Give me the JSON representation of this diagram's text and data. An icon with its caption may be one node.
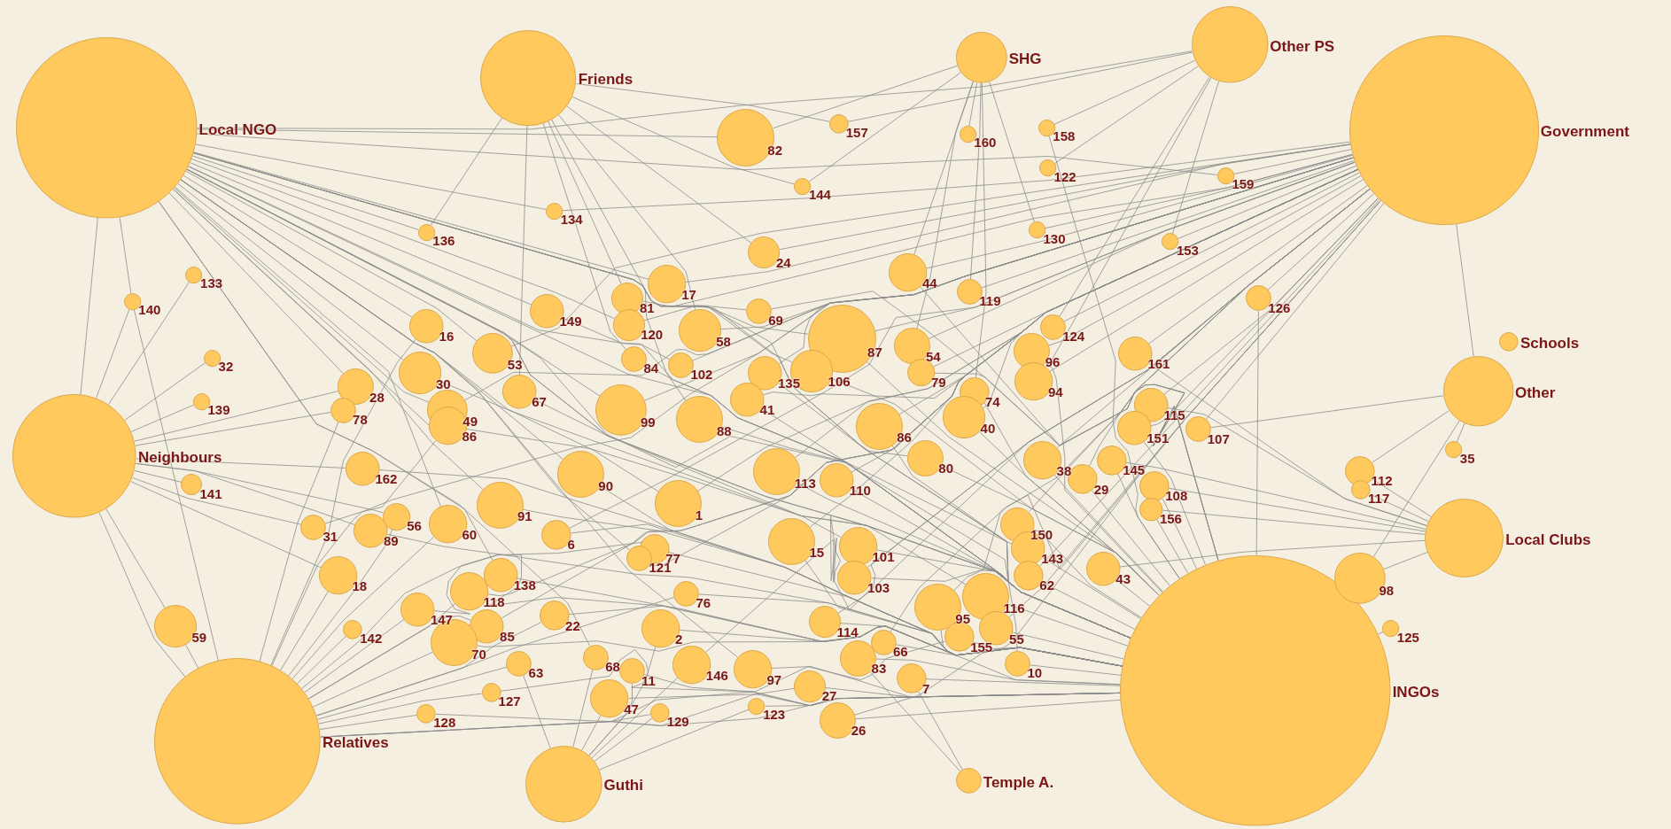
{
  "diagram": {
    "nodes": [
      {
        "text": [
          "Local NGO"
        ]
      },
      {
        "text": [
          "Friends"
        ]
      },
      {
        "text": [
          "SHG"
        ]
      },
      {
        "text": [
          "Other PS"
        ]
      },
      {
        "text": [
          "Government"
        ]
      },
      {
        "text": [
          "Neighbours"
        ]
      },
      {
        "text": [
          "Schools"
        ]
      },
      {
        "text": [
          "Other"
        ]
      },
      {
        "text": [
          "Local Clubs"
        ]
      },
      {
        "text": [
          "INGOs"
        ]
      },
      {
        "text": [
          "Relatives"
        ]
      },
      {
        "text": [
          "Guthi"
        ]
      },
      {
        "text": [
          "Temple A."
        ]
      },
      {
        "text": [
          "157"
        ]
      },
      {
        "text": [
          "82"
        ]
      },
      {
        "text": [
          "160"
        ]
      },
      {
        "text": [
          "158"
        ]
      },
      {
        "text": [
          "122"
        ]
      },
      {
        "text": [
          "144"
        ]
      },
      {
        "text": [
          "159"
        ]
      },
      {
        "text": [
          "134"
        ]
      },
      {
        "text": [
          "136"
        ]
      },
      {
        "text": [
          "130"
        ]
      },
      {
        "text": [
          "153"
        ]
      },
      {
        "text": [
          "133"
        ]
      },
      {
        "text": [
          "140"
        ]
      },
      {
        "text": [
          "126"
        ]
      },
      {
        "text": [
          "32"
        ]
      },
      {
        "text": [
          "139"
        ]
      },
      {
        "text": [
          "24"
        ]
      },
      {
        "text": [
          "17"
        ]
      },
      {
        "text": [
          "44"
        ]
      },
      {
        "text": [
          "119"
        ]
      },
      {
        "text": [
          "149"
        ]
      },
      {
        "text": [
          "81"
        ]
      },
      {
        "text": [
          "69"
        ]
      },
      {
        "text": [
          "58"
        ]
      },
      {
        "text": [
          "120"
        ]
      },
      {
        "text": [
          "16"
        ]
      },
      {
        "text": [
          "53"
        ]
      },
      {
        "text": [
          "124"
        ]
      },
      {
        "text": [
          "96"
        ]
      },
      {
        "text": [
          "87"
        ]
      },
      {
        "text": [
          "54"
        ]
      },
      {
        "text": [
          "30"
        ]
      },
      {
        "text": [
          "28"
        ]
      },
      {
        "text": [
          "78"
        ]
      },
      {
        "text": [
          "49"
        ]
      },
      {
        "text": [
          "67"
        ]
      },
      {
        "text": [
          "84"
        ]
      },
      {
        "text": [
          "102"
        ]
      },
      {
        "text": [
          "135"
        ]
      },
      {
        "text": [
          "106"
        ]
      },
      {
        "text": [
          "79"
        ]
      },
      {
        "text": [
          "74"
        ]
      },
      {
        "text": [
          "94"
        ]
      },
      {
        "text": [
          "161"
        ]
      },
      {
        "text": [
          "86"
        ]
      },
      {
        "text": [
          "99"
        ]
      },
      {
        "text": [
          "88"
        ]
      },
      {
        "text": [
          "41"
        ]
      },
      {
        "text": [
          "86"
        ]
      },
      {
        "text": [
          "40"
        ]
      },
      {
        "text": [
          "80"
        ]
      },
      {
        "text": [
          "107"
        ]
      },
      {
        "text": [
          "115"
        ]
      },
      {
        "text": [
          "151"
        ]
      },
      {
        "text": [
          "145"
        ]
      },
      {
        "text": [
          "29"
        ]
      },
      {
        "text": [
          "108"
        ]
      },
      {
        "text": [
          "156"
        ]
      },
      {
        "text": [
          "38"
        ]
      },
      {
        "text": [
          "112"
        ]
      },
      {
        "text": [
          "117"
        ]
      },
      {
        "text": [
          "35"
        ]
      },
      {
        "text": [
          "162"
        ]
      },
      {
        "text": [
          "141"
        ]
      },
      {
        "text": [
          "31"
        ]
      },
      {
        "text": [
          "89"
        ]
      },
      {
        "text": [
          "56"
        ]
      },
      {
        "text": [
          "60"
        ]
      },
      {
        "text": [
          "91"
        ]
      },
      {
        "text": [
          "6"
        ]
      },
      {
        "text": [
          "1"
        ]
      },
      {
        "text": [
          "113"
        ]
      },
      {
        "text": [
          "110"
        ]
      },
      {
        "text": [
          "90"
        ]
      },
      {
        "text": [
          "77"
        ]
      },
      {
        "text": [
          "121"
        ]
      },
      {
        "text": [
          "76"
        ]
      },
      {
        "text": [
          "15"
        ]
      },
      {
        "text": [
          "101"
        ]
      },
      {
        "text": [
          "103"
        ]
      },
      {
        "text": [
          "150"
        ]
      },
      {
        "text": [
          "143"
        ]
      },
      {
        "text": [
          "62"
        ]
      },
      {
        "text": [
          "43"
        ]
      },
      {
        "text": [
          "18"
        ]
      },
      {
        "text": [
          "147"
        ]
      },
      {
        "text": [
          "118"
        ]
      },
      {
        "text": [
          "138"
        ]
      },
      {
        "text": [
          "22"
        ]
      },
      {
        "text": [
          "85"
        ]
      },
      {
        "text": [
          "59"
        ]
      },
      {
        "text": [
          "142"
        ]
      },
      {
        "text": [
          "70"
        ]
      },
      {
        "text": [
          "63"
        ]
      },
      {
        "text": [
          "127"
        ]
      },
      {
        "text": [
          "128"
        ]
      },
      {
        "text": [
          "2"
        ]
      },
      {
        "text": [
          "68"
        ]
      },
      {
        "text": [
          "11"
        ]
      },
      {
        "text": [
          "146"
        ]
      },
      {
        "text": [
          "47"
        ]
      },
      {
        "text": [
          "129"
        ]
      },
      {
        "text": [
          "97"
        ]
      },
      {
        "text": [
          "123"
        ]
      },
      {
        "text": [
          "27"
        ]
      },
      {
        "text": [
          "26"
        ]
      },
      {
        "text": [
          "114"
        ]
      },
      {
        "text": [
          "83"
        ]
      },
      {
        "text": [
          "66"
        ]
      },
      {
        "text": [
          "7"
        ]
      },
      {
        "text": [
          "95"
        ]
      },
      {
        "text": [
          "116"
        ]
      },
      {
        "text": [
          "55"
        ]
      },
      {
        "text": [
          "155"
        ]
      },
      {
        "text": [
          "10"
        ]
      },
      {
        "text": [
          "98"
        ]
      },
      {
        "text": [
          "125"
        ]
      }
    ],
    "edges": [
      {
        "from": 13,
        "to": 1,
        "arrow": "none"
      },
      {
        "from": 13,
        "to": 3,
        "arrow": "none"
      },
      {
        "from": 14,
        "to": 0,
        "arrow": "none"
      },
      {
        "from": 14,
        "to": 2,
        "arrow": "none"
      },
      {
        "from": 15,
        "to": 2,
        "arrow": "none"
      },
      {
        "from": 16,
        "to": 3,
        "arrow": "none"
      },
      {
        "from": 16,
        "to": 9,
        "arrow": "none"
      },
      {
        "from": 17,
        "to": 3,
        "arrow": "none"
      },
      {
        "from": 18,
        "to": 1,
        "arrow": "none"
      },
      {
        "from": 18,
        "to": 2,
        "arrow": "none"
      },
      {
        "from": 19,
        "to": 4,
        "arrow": "none"
      },
      {
        "from": 19,
        "to": 0,
        "arrow": "none"
      },
      {
        "from": 20,
        "to": 0,
        "arrow": "none"
      },
      {
        "from": 20,
        "to": 4,
        "arrow": "none"
      },
      {
        "from": 21,
        "to": 0,
        "arrow": "none"
      },
      {
        "from": 21,
        "to": 1,
        "arrow": "none"
      },
      {
        "from": 22,
        "to": 2,
        "arrow": "none"
      },
      {
        "from": 22,
        "to": 4,
        "arrow": "none"
      },
      {
        "from": 23,
        "to": 4,
        "arrow": "none"
      },
      {
        "from": 23,
        "to": 3,
        "arrow": "none"
      },
      {
        "from": 24,
        "to": 5,
        "arrow": "none"
      },
      {
        "from": 25,
        "to": 0,
        "arrow": "none"
      },
      {
        "from": 25,
        "to": 5,
        "arrow": "none"
      },
      {
        "from": 25,
        "to": 10,
        "arrow": "none"
      },
      {
        "from": 26,
        "to": 4,
        "arrow": "none"
      },
      {
        "from": 26,
        "to": 9,
        "arrow": "none"
      },
      {
        "from": 27,
        "to": 5,
        "arrow": "none"
      },
      {
        "from": 28,
        "to": 5,
        "arrow": "none"
      },
      {
        "from": 29,
        "to": 1,
        "arrow": "none"
      },
      {
        "from": 29,
        "to": 4,
        "arrow": "none"
      },
      {
        "from": 30,
        "to": 0,
        "arrow": "none"
      },
      {
        "from": 30,
        "to": 4,
        "arrow": "none"
      },
      {
        "from": 31,
        "to": 2,
        "arrow": "none"
      },
      {
        "from": 31,
        "to": 4,
        "arrow": "none"
      },
      {
        "from": 31,
        "to": 9,
        "arrow": "none"
      },
      {
        "from": 32,
        "to": 2,
        "arrow": "none"
      },
      {
        "from": 32,
        "to": 4,
        "arrow": "none"
      },
      {
        "from": 33,
        "to": 0,
        "arrow": "none"
      },
      {
        "from": 33,
        "to": 9,
        "arrow": "none"
      },
      {
        "from": 34,
        "to": 1,
        "arrow": "none"
      },
      {
        "from": 34,
        "to": 4,
        "arrow": "none"
      },
      {
        "from": 35,
        "to": 0,
        "arrow": "none"
      },
      {
        "from": 35,
        "to": 9,
        "arrow": "none"
      },
      {
        "from": 36,
        "to": 1,
        "arrow": "none"
      },
      {
        "from": 36,
        "to": 4,
        "arrow": "none"
      },
      {
        "from": 37,
        "to": 0,
        "arrow": "none"
      },
      {
        "from": 37,
        "to": 9,
        "arrow": "none"
      },
      {
        "from": 38,
        "to": 0,
        "arrow": "none"
      },
      {
        "from": 38,
        "to": 10,
        "arrow": "none"
      },
      {
        "from": 39,
        "to": 0,
        "arrow": "none"
      },
      {
        "from": 39,
        "to": 4,
        "arrow": "none"
      },
      {
        "from": 40,
        "to": 3,
        "arrow": "none"
      },
      {
        "from": 40,
        "to": 4,
        "arrow": "none"
      },
      {
        "from": 41,
        "to": 4,
        "arrow": "none"
      },
      {
        "from": 41,
        "to": 9,
        "arrow": "none"
      },
      {
        "from": 42,
        "to": 4,
        "arrow": "none"
      },
      {
        "from": 42,
        "to": 9,
        "arrow": "none"
      },
      {
        "from": 42,
        "to": 0,
        "arrow": "none"
      },
      {
        "from": 43,
        "to": 2,
        "arrow": "none"
      },
      {
        "from": 43,
        "to": 4,
        "arrow": "none"
      },
      {
        "from": 44,
        "to": 0,
        "arrow": "none"
      },
      {
        "from": 44,
        "to": 9,
        "arrow": "none"
      },
      {
        "from": 45,
        "to": 0,
        "arrow": "none"
      },
      {
        "from": 45,
        "to": 5,
        "arrow": "none"
      },
      {
        "from": 46,
        "to": 5,
        "arrow": "none"
      },
      {
        "from": 46,
        "to": 10,
        "arrow": "none"
      },
      {
        "from": 47,
        "to": 0,
        "arrow": "none"
      },
      {
        "from": 47,
        "to": 4,
        "arrow": "none"
      },
      {
        "from": 48,
        "to": 1,
        "arrow": "none"
      },
      {
        "from": 48,
        "to": 9,
        "arrow": "none"
      },
      {
        "from": 49,
        "to": 1,
        "arrow": "none"
      },
      {
        "from": 49,
        "to": 9,
        "arrow": "none"
      },
      {
        "from": 50,
        "to": 0,
        "arrow": "none"
      },
      {
        "from": 50,
        "to": 4,
        "arrow": "none"
      },
      {
        "from": 51,
        "to": 4,
        "arrow": "none"
      },
      {
        "from": 51,
        "to": 9,
        "arrow": "none"
      },
      {
        "from": 52,
        "to": 0,
        "arrow": "none"
      },
      {
        "from": 52,
        "to": 9,
        "arrow": "none"
      },
      {
        "from": 53,
        "to": 4,
        "arrow": "none"
      },
      {
        "from": 53,
        "to": 9,
        "arrow": "none"
      },
      {
        "from": 54,
        "to": 2,
        "arrow": "none"
      },
      {
        "from": 54,
        "to": 9,
        "arrow": "none"
      },
      {
        "from": 55,
        "to": 3,
        "arrow": "none"
      },
      {
        "from": 55,
        "to": 4,
        "arrow": "none"
      },
      {
        "from": 56,
        "to": 4,
        "arrow": "none"
      },
      {
        "from": 56,
        "to": 8,
        "arrow": "none"
      },
      {
        "from": 57,
        "to": 0,
        "arrow": "none"
      },
      {
        "from": 57,
        "to": 9,
        "arrow": "none"
      },
      {
        "from": 57,
        "to": 10,
        "arrow": "none"
      },
      {
        "from": 58,
        "to": 0,
        "arrow": "none"
      },
      {
        "from": 58,
        "to": 4,
        "arrow": "none"
      },
      {
        "from": 59,
        "to": 1,
        "arrow": "none"
      },
      {
        "from": 59,
        "to": 9,
        "arrow": "none"
      },
      {
        "from": 60,
        "to": 4,
        "arrow": "none"
      },
      {
        "from": 60,
        "to": 9,
        "arrow": "none"
      },
      {
        "from": 61,
        "to": 4,
        "arrow": "none"
      },
      {
        "from": 61,
        "to": 9,
        "arrow": "none"
      },
      {
        "from": 62,
        "to": 4,
        "arrow": "none"
      },
      {
        "from": 62,
        "to": 9,
        "arrow": "none"
      },
      {
        "from": 63,
        "to": 0,
        "arrow": "none"
      },
      {
        "from": 63,
        "to": 9,
        "arrow": "none"
      },
      {
        "from": 64,
        "to": 7,
        "arrow": "none"
      },
      {
        "from": 64,
        "to": 4,
        "arrow": "none"
      },
      {
        "from": 65,
        "to": 4,
        "arrow": "none"
      },
      {
        "from": 65,
        "to": 8,
        "arrow": "none"
      },
      {
        "from": 66,
        "to": 4,
        "arrow": "none"
      },
      {
        "from": 66,
        "to": 9,
        "arrow": "none"
      },
      {
        "from": 67,
        "to": 9,
        "arrow": "none"
      },
      {
        "from": 67,
        "to": 8,
        "arrow": "none"
      },
      {
        "from": 68,
        "to": 4,
        "arrow": "none"
      },
      {
        "from": 68,
        "to": 9,
        "arrow": "none"
      },
      {
        "from": 69,
        "to": 8,
        "arrow": "none"
      },
      {
        "from": 69,
        "to": 9,
        "arrow": "none"
      },
      {
        "from": 70,
        "to": 8,
        "arrow": "none"
      },
      {
        "from": 70,
        "to": 9,
        "arrow": "none"
      },
      {
        "from": 71,
        "to": 4,
        "arrow": "none"
      },
      {
        "from": 71,
        "to": 9,
        "arrow": "none"
      },
      {
        "from": 72,
        "to": 7,
        "arrow": "none"
      },
      {
        "from": 72,
        "to": 8,
        "arrow": "none"
      },
      {
        "from": 73,
        "to": 8,
        "arrow": "none"
      },
      {
        "from": 74,
        "to": 7,
        "arrow": "none"
      },
      {
        "from": 75,
        "to": 5,
        "arrow": "none"
      },
      {
        "from": 75,
        "to": 9,
        "arrow": "none"
      },
      {
        "from": 76,
        "to": 5,
        "arrow": "none"
      },
      {
        "from": 77,
        "to": 5,
        "arrow": "none"
      },
      {
        "from": 77,
        "to": 4,
        "arrow": "none"
      },
      {
        "from": 78,
        "to": 5,
        "arrow": "none"
      },
      {
        "from": 78,
        "to": 9,
        "arrow": "none"
      },
      {
        "from": 79,
        "to": 5,
        "arrow": "none"
      },
      {
        "from": 79,
        "to": 10,
        "arrow": "none"
      },
      {
        "from": 80,
        "to": 0,
        "arrow": "none"
      },
      {
        "from": 80,
        "to": 10,
        "arrow": "none"
      },
      {
        "from": 81,
        "to": 0,
        "arrow": "none"
      },
      {
        "from": 81,
        "to": 9,
        "arrow": "none"
      },
      {
        "from": 82,
        "to": 4,
        "arrow": "none"
      },
      {
        "from": 82,
        "to": 9,
        "arrow": "none"
      },
      {
        "from": 83,
        "to": 0,
        "arrow": "none"
      },
      {
        "from": 83,
        "to": 4,
        "arrow": "none"
      },
      {
        "from": 84,
        "to": 4,
        "arrow": "none"
      },
      {
        "from": 84,
        "to": 9,
        "arrow": "none"
      },
      {
        "from": 85,
        "to": 4,
        "arrow": "none"
      },
      {
        "from": 85,
        "to": 9,
        "arrow": "none"
      },
      {
        "from": 86,
        "to": 0,
        "arrow": "none"
      },
      {
        "from": 86,
        "to": 9,
        "arrow": "none"
      },
      {
        "from": 87,
        "to": 10,
        "arrow": "none"
      },
      {
        "from": 87,
        "to": 9,
        "arrow": "none"
      },
      {
        "from": 88,
        "to": 0,
        "arrow": "none"
      },
      {
        "from": 88,
        "to": 4,
        "arrow": "none"
      },
      {
        "from": 89,
        "to": 10,
        "arrow": "none"
      },
      {
        "from": 89,
        "to": 9,
        "arrow": "none"
      },
      {
        "from": 90,
        "to": 4,
        "arrow": "none"
      },
      {
        "from": 90,
        "to": 9,
        "arrow": "none"
      },
      {
        "from": 91,
        "to": 0,
        "arrow": "none"
      },
      {
        "from": 91,
        "to": 9,
        "arrow": "none"
      },
      {
        "from": 92,
        "to": 4,
        "arrow": "none"
      },
      {
        "from": 92,
        "to": 9,
        "arrow": "none"
      },
      {
        "from": 93,
        "to": 4,
        "arrow": "none"
      },
      {
        "from": 93,
        "to": 9,
        "arrow": "none"
      },
      {
        "from": 94,
        "to": 0,
        "arrow": "none"
      },
      {
        "from": 94,
        "to": 9,
        "arrow": "none"
      },
      {
        "from": 95,
        "to": 4,
        "arrow": "none"
      },
      {
        "from": 95,
        "to": 9,
        "arrow": "none"
      },
      {
        "from": 96,
        "to": 9,
        "arrow": "none"
      },
      {
        "from": 96,
        "to": 8,
        "arrow": "none"
      },
      {
        "from": 97,
        "to": 5,
        "arrow": "none"
      },
      {
        "from": 97,
        "to": 10,
        "arrow": "none"
      },
      {
        "from": 98,
        "to": 10,
        "arrow": "none"
      },
      {
        "from": 98,
        "to": 9,
        "arrow": "none"
      },
      {
        "from": 99,
        "to": 10,
        "arrow": "none"
      },
      {
        "from": 99,
        "to": 4,
        "arrow": "none"
      },
      {
        "from": 100,
        "to": 0,
        "arrow": "none"
      },
      {
        "from": 100,
        "to": 9,
        "arrow": "none"
      },
      {
        "from": 101,
        "to": 10,
        "arrow": "none"
      },
      {
        "from": 101,
        "to": 9,
        "arrow": "none"
      },
      {
        "from": 102,
        "to": 10,
        "arrow": "none"
      },
      {
        "from": 102,
        "to": 4,
        "arrow": "none"
      },
      {
        "from": 103,
        "to": 5,
        "arrow": "none"
      },
      {
        "from": 103,
        "to": 10,
        "arrow": "none"
      },
      {
        "from": 104,
        "to": 10,
        "arrow": "none"
      },
      {
        "from": 105,
        "to": 10,
        "arrow": "none"
      },
      {
        "from": 105,
        "to": 9,
        "arrow": "none"
      },
      {
        "from": 106,
        "to": 10,
        "arrow": "none"
      },
      {
        "from": 106,
        "to": 11,
        "arrow": "none"
      },
      {
        "from": 107,
        "to": 10,
        "arrow": "none"
      },
      {
        "from": 107,
        "to": 9,
        "arrow": "none"
      },
      {
        "from": 108,
        "to": 10,
        "arrow": "none"
      },
      {
        "from": 108,
        "to": 9,
        "arrow": "none"
      },
      {
        "from": 109,
        "to": 11,
        "arrow": "none"
      },
      {
        "from": 109,
        "to": 9,
        "arrow": "none"
      },
      {
        "from": 110,
        "to": 11,
        "arrow": "none"
      },
      {
        "from": 110,
        "to": 0,
        "arrow": "none"
      },
      {
        "from": 111,
        "to": 11,
        "arrow": "none"
      },
      {
        "from": 111,
        "to": 9,
        "arrow": "none"
      },
      {
        "from": 112,
        "to": 11,
        "arrow": "none"
      },
      {
        "from": 112,
        "to": 4,
        "arrow": "none"
      },
      {
        "from": 113,
        "to": 11,
        "arrow": "none"
      },
      {
        "from": 113,
        "to": 9,
        "arrow": "none"
      },
      {
        "from": 114,
        "to": 11,
        "arrow": "none"
      },
      {
        "from": 114,
        "to": 10,
        "arrow": "none"
      },
      {
        "from": 115,
        "to": 9,
        "arrow": "none"
      },
      {
        "from": 115,
        "to": 0,
        "arrow": "none"
      },
      {
        "from": 116,
        "to": 11,
        "arrow": "none"
      },
      {
        "from": 116,
        "to": 9,
        "arrow": "none"
      },
      {
        "from": 117,
        "to": 9,
        "arrow": "none"
      },
      {
        "from": 117,
        "to": 10,
        "arrow": "none"
      },
      {
        "from": 118,
        "to": 9,
        "arrow": "none"
      },
      {
        "from": 118,
        "to": 4,
        "arrow": "none"
      },
      {
        "from": 119,
        "to": 4,
        "arrow": "none"
      },
      {
        "from": 119,
        "to": 9,
        "arrow": "none"
      },
      {
        "from": 120,
        "to": 12,
        "arrow": "none"
      },
      {
        "from": 120,
        "to": 9,
        "arrow": "none"
      },
      {
        "from": 121,
        "to": 4,
        "arrow": "none"
      },
      {
        "from": 121,
        "to": 9,
        "arrow": "none"
      },
      {
        "from": 122,
        "to": 12,
        "arrow": "none"
      },
      {
        "from": 122,
        "to": 9,
        "arrow": "none"
      },
      {
        "from": 123,
        "to": 4,
        "arrow": "none"
      },
      {
        "from": 123,
        "to": 9,
        "arrow": "none"
      },
      {
        "from": 124,
        "to": 0,
        "arrow": "none"
      },
      {
        "from": 124,
        "to": 9,
        "arrow": "none"
      },
      {
        "from": 125,
        "to": 4,
        "arrow": "none"
      },
      {
        "from": 125,
        "to": 9,
        "arrow": "none"
      },
      {
        "from": 126,
        "to": 10,
        "arrow": "none"
      },
      {
        "from": 126,
        "to": 9,
        "arrow": "none"
      },
      {
        "from": 127,
        "to": 9,
        "arrow": "none"
      },
      {
        "from": 127,
        "to": 0,
        "arrow": "none"
      },
      {
        "from": 128,
        "to": 8,
        "arrow": "none"
      },
      {
        "from": 128,
        "to": 7,
        "arrow": "none"
      },
      {
        "from": 129,
        "to": 9,
        "arrow": "none"
      },
      {
        "from": 0,
        "to": 5,
        "arrow": "none"
      },
      {
        "from": 5,
        "to": 10,
        "arrow": "none"
      },
      {
        "from": 4,
        "to": 7,
        "arrow": "none"
      },
      {
        "from": 3,
        "to": 0,
        "arrow": "none"
      }
    ]
  }
}
